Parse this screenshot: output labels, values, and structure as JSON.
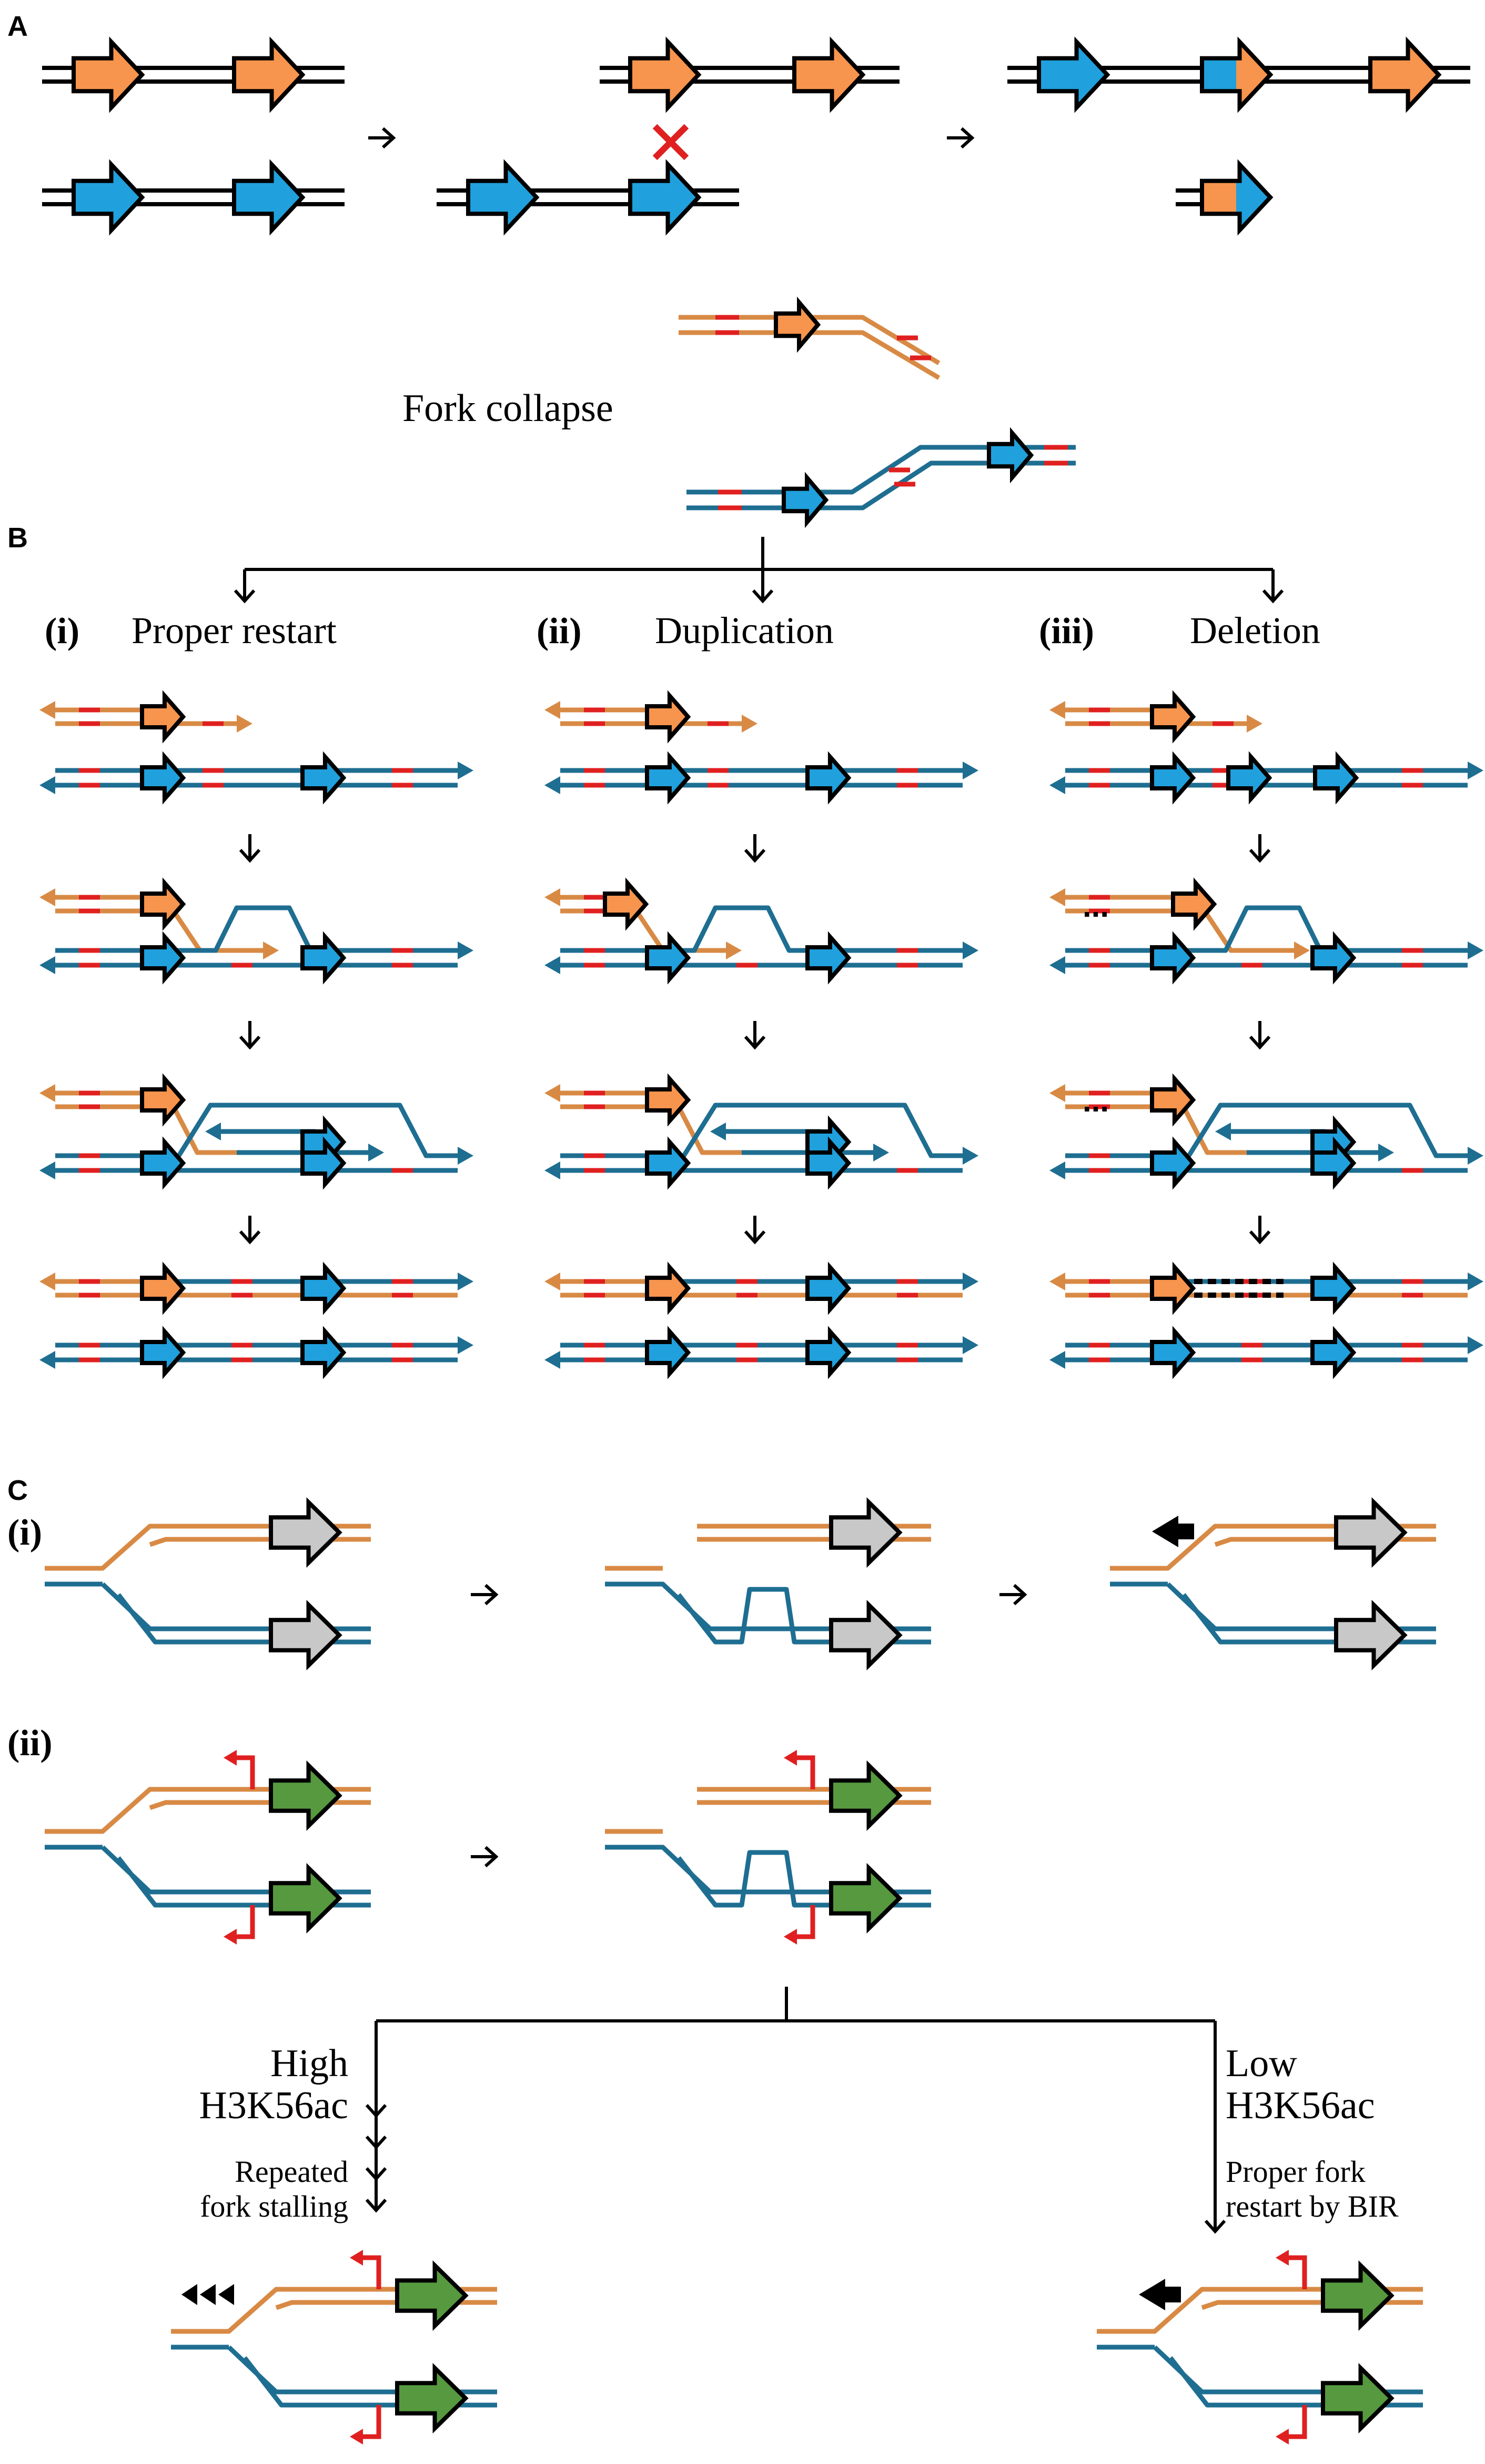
{
  "panels": {
    "a": {
      "letter": "A"
    },
    "b": {
      "letter": "B",
      "fork_label": "Fork collapse",
      "columns": [
        {
          "numeral": "(i)",
          "title": "Proper restart"
        },
        {
          "numeral": "(ii)",
          "title": "Duplication"
        },
        {
          "numeral": "(iii)",
          "title": "Deletion"
        }
      ],
      "ellipsis": "..."
    },
    "c": {
      "letter": "C",
      "rows": [
        {
          "numeral": "(i)"
        },
        {
          "numeral": "(ii)"
        }
      ],
      "left_branch": {
        "label_line1": "High",
        "label_line2": "H3K56ac",
        "sub_line1": "Repeated",
        "sub_line2": "fork stalling"
      },
      "right_branch": {
        "label_line1": "Low",
        "label_line2": "H3K56ac",
        "sub_line1": "Proper fork",
        "sub_line2": "restart by BIR"
      }
    }
  },
  "colors": {
    "orange_strand": "#D88A45",
    "blue_strand": "#1E6E91",
    "gene_orange": "#F7944D",
    "gene_blue": "#20A0DC",
    "gene_gray": "#C8C8C8",
    "gene_green": "#56993F",
    "marker_red": "#E02020",
    "black": "#000000"
  },
  "icons": [
    "arrow-right-icon",
    "cross-icon",
    "gene-arrow-icon",
    "promoter-arrow-icon",
    "transcription-arrow-icon"
  ]
}
